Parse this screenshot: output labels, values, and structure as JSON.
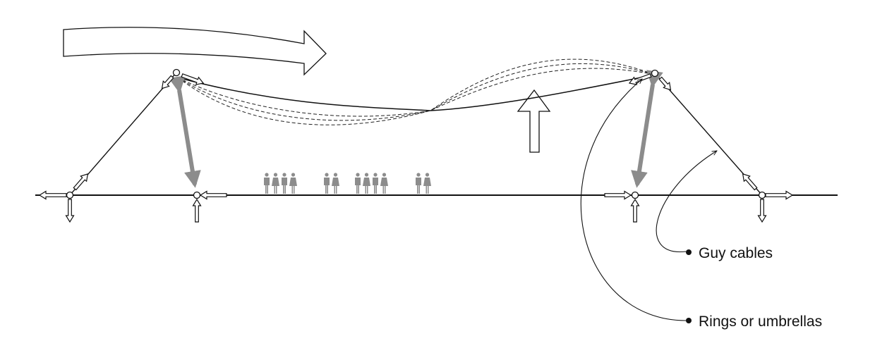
{
  "labels": {
    "guy_cables": "Guy cables",
    "rings": "Rings or umbrellas"
  },
  "people_groups": [
    4,
    2,
    4,
    2
  ],
  "colors": {
    "line": "#111111",
    "strut": "#8c8c8c",
    "people": "#8c8c8c",
    "background": "#ffffff"
  },
  "icons": {
    "wind": "wide-right-arrow-icon",
    "uplift": "wide-up-arrow-icon",
    "force": "small-hollow-arrow-icon",
    "person": "person-icon"
  }
}
